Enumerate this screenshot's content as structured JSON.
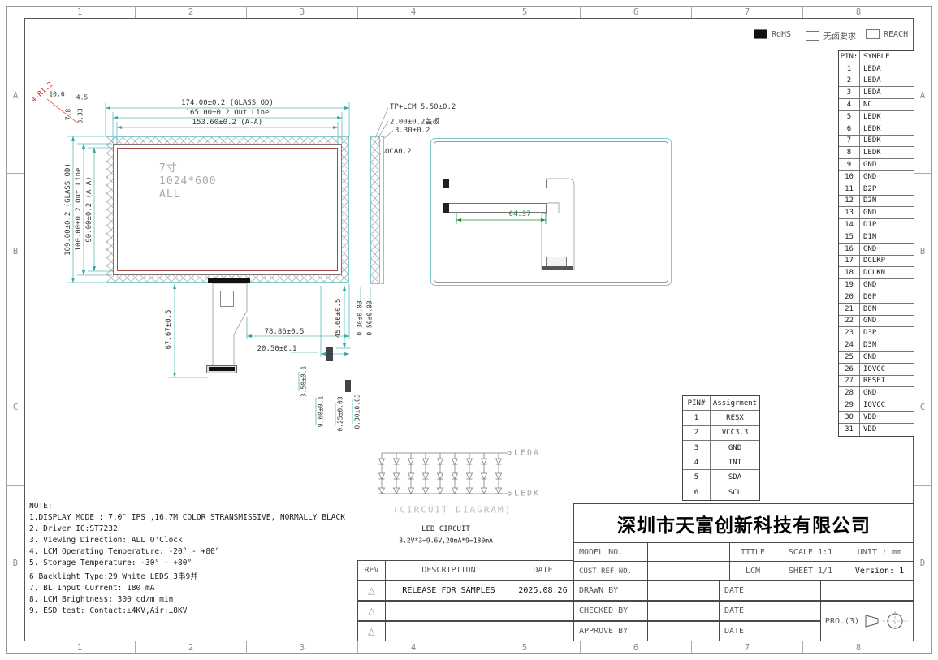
{
  "border": {
    "cols": [
      "1",
      "2",
      "3",
      "4",
      "5",
      "6",
      "7",
      "8"
    ],
    "rows": [
      "A",
      "B",
      "C",
      "D"
    ]
  },
  "compliance": {
    "rohs": "RoHS",
    "halogen_free": "无卤要求",
    "reach": "REACH"
  },
  "pin_table": {
    "header": {
      "pin": "PIN:",
      "symbol": "SYMBLE"
    },
    "rows": [
      [
        "1",
        "LEDA"
      ],
      [
        "2",
        "LEDA"
      ],
      [
        "3",
        "LEDA"
      ],
      [
        "4",
        "NC"
      ],
      [
        "5",
        "LEDK"
      ],
      [
        "6",
        "LEDK"
      ],
      [
        "7",
        "LEDK"
      ],
      [
        "8",
        "LEDK"
      ],
      [
        "9",
        "GND"
      ],
      [
        "10",
        "GND"
      ],
      [
        "11",
        "D2P"
      ],
      [
        "12",
        "D2N"
      ],
      [
        "13",
        "GND"
      ],
      [
        "14",
        "D1P"
      ],
      [
        "15",
        "D1N"
      ],
      [
        "16",
        "GND"
      ],
      [
        "17",
        "DCLKP"
      ],
      [
        "18",
        "DCLKN"
      ],
      [
        "19",
        "GND"
      ],
      [
        "20",
        "D0P"
      ],
      [
        "21",
        "D0N"
      ],
      [
        "22",
        "GND"
      ],
      [
        "23",
        "D3P"
      ],
      [
        "24",
        "D3N"
      ],
      [
        "25",
        "GND"
      ],
      [
        "26",
        "IOVCC"
      ],
      [
        "27",
        "RESET"
      ],
      [
        "28",
        "GND"
      ],
      [
        "29",
        "IOVCC"
      ],
      [
        "30",
        "VDD"
      ],
      [
        "31",
        "VDD"
      ]
    ]
  },
  "tp_pin_table": {
    "header": {
      "pin": "PIN#",
      "assignment": "Assigrment"
    },
    "rows": [
      [
        "1",
        "RESX"
      ],
      [
        "2",
        "VCC3.3"
      ],
      [
        "3",
        "GND"
      ],
      [
        "4",
        "INT"
      ],
      [
        "5",
        "SDA"
      ],
      [
        "6",
        "SCL"
      ]
    ]
  },
  "front_view": {
    "panel_line1": "7寸",
    "panel_line2": "1024*600",
    "panel_line3": "ALL",
    "corner_note": "4-R1.2",
    "dim_top_glass": "174.00±0.2 (GLASS OD)",
    "dim_top_outline": "165.00±0.2 Out Line",
    "dim_top_aa": "153.60±0.2 (A-A)",
    "dim_left_glass": "109.00±0.2 (GLASS OD)",
    "dim_left_outline": "100.00±0.2 Out Line",
    "dim_left_aa": "90.00±0.2 (A-A)",
    "dim_tl_1": "10.6",
    "dim_tl_2": "4.5",
    "dim_tl_3": "7.8",
    "dim_tl_4": "8.33",
    "dim_b_6767": "67.67±0.5",
    "dim_b_7886": "78.86±0.5",
    "dim_b_2050": "20.50±0.1",
    "dim_b_4566": "45.66±0.5",
    "dim_b_030a": "0.30±0.03",
    "dim_b_050": "0.50±0.03",
    "dim_b_350": "3.50±0.1",
    "dim_b_960": "9.60±0.1",
    "dim_b_025": "0.25±0.03",
    "dim_b_030b": "0.30±0.03"
  },
  "side_view": {
    "dim_tplcm": "TP+LCM 5.50±0.2",
    "dim_cover": "2.00±0.2盖板",
    "dim_330": "3.30±0.2",
    "dim_oca": "OCA0.2"
  },
  "back_view": {
    "dim": "64.37"
  },
  "circuit": {
    "leda": "LEDA",
    "ledk": "LEDK",
    "caption": "(CIRCUIT DIAGRAM)",
    "title": "LED CIRCUIT",
    "formula": "3.2V*3=9.6V,20mA*9=180mA",
    "rows": 3,
    "cols": 9
  },
  "notes": {
    "title": "NOTE:",
    "lines": [
      "1.DISPLAY MODE : 7.0″ IPS ,16.7M COLOR STRANSMISSIVE, NORMALLY BLACK",
      "2. Driver IC:ST7232",
      "3. Viewing Direction: ALL O'Clock",
      "4. LCM Operating Temperature: -20° -  +80°",
      "5. Storage Temperature: -30° -  +80°",
      "6 Backlight Type:29 White LEDS,3串9并",
      "7. BL Input Current: 180 mA",
      "8. LCM Brightness: 300 cd/m  min",
      "9. ESD test: Contact:±4KV,Air:±8KV"
    ]
  },
  "title_block": {
    "company": "深圳市天富创新科技有限公司",
    "model_no_label": "MODEL NO.",
    "cust_ref_label": "CUST.REF NO.",
    "title_label": "TITLE",
    "product_type": "LCM",
    "scale": "SCALE 1:1",
    "sheet": "SHEET 1/1",
    "unit": "UNIT : mm",
    "version": "Version: 1",
    "rev_label": "REV",
    "description_label": "DESCRIPTION",
    "date_label": "DATE",
    "rev_rows": [
      {
        "mark": "△",
        "desc": "RELEASE FOR SAMPLES",
        "date": "2025.08.26"
      },
      {
        "mark": "△",
        "desc": "",
        "date": ""
      },
      {
        "mark": "△",
        "desc": "",
        "date": ""
      }
    ],
    "drawn_by_label": "DRAWN BY",
    "checked_by_label": "CHECKED BY",
    "approve_by_label": "APPROVE BY",
    "date_col_label": "DATE",
    "projection_label": "PRO.(3)"
  },
  "colors": {
    "dim_line": "#5bbcbc",
    "view_outline": "#7fcaca",
    "accent_red": "#d23030",
    "accent_green": "#1a8f3c",
    "line": "#4a4a4a"
  }
}
